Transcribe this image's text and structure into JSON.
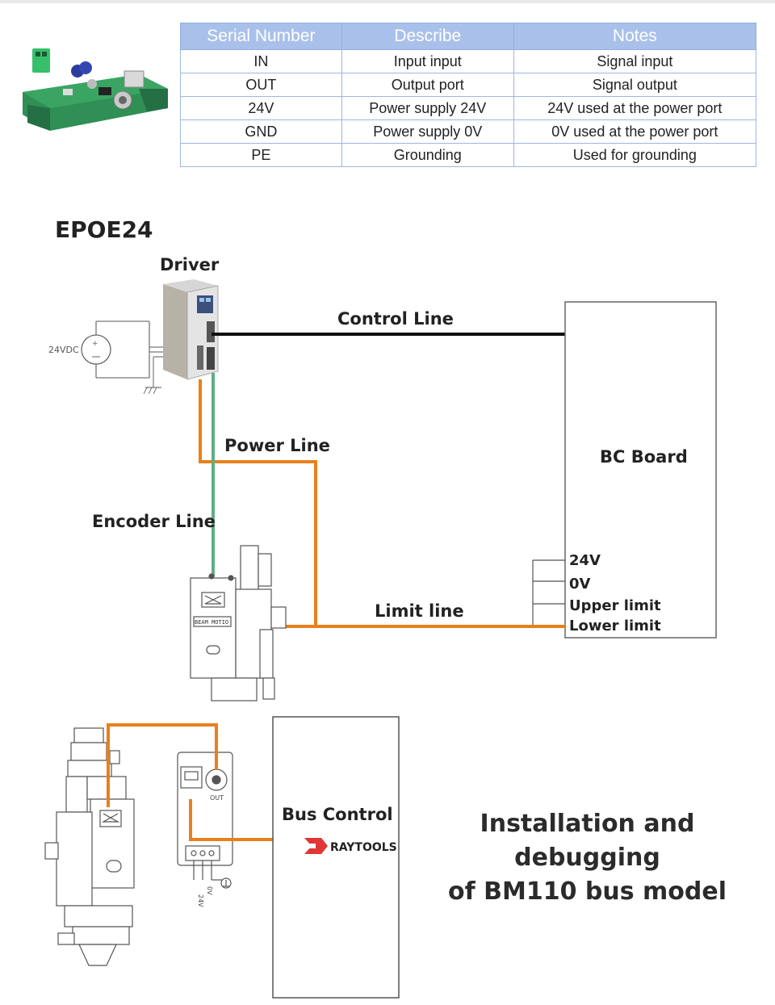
{
  "table": {
    "headers": [
      "Serial Number",
      "Describe",
      "Notes"
    ],
    "rows": [
      [
        "IN",
        "Input input",
        "Signal input"
      ],
      [
        "OUT",
        "Output port",
        "Signal output"
      ],
      [
        "24V",
        "Power supply 24V",
        "24V used at the power port"
      ],
      [
        "GND",
        "Power supply 0V",
        "0V used at the power port"
      ],
      [
        "PE",
        "Grounding",
        "Used for grounding"
      ]
    ]
  },
  "diagram": {
    "title": "EPOE24",
    "driver_label": "Driver",
    "supply_label": "24VDC",
    "control_line": "Control Line",
    "power_line": "Power Line",
    "encoder_line": "Encoder Line",
    "limit_line": "Limit line",
    "bc_board": "BC Board",
    "bc_pins": [
      "24V",
      "0V",
      "Upper limit",
      "Lower limit"
    ],
    "bus_control": "Bus Control",
    "brand": "RAYTOOLS",
    "module_port_out": "OUT",
    "module_pins": [
      "24V",
      "0V"
    ],
    "head_badge": "BEAM MOTIO"
  },
  "caption": {
    "line1": "Installation and debugging",
    "line2": "of BM110 bus model"
  },
  "colors": {
    "header_bg": "#a9c1ea",
    "power_line": "#e8801c",
    "encoder_line": "#5fae86",
    "control_line": "#111111",
    "pcb_green": "#2e8b57"
  }
}
